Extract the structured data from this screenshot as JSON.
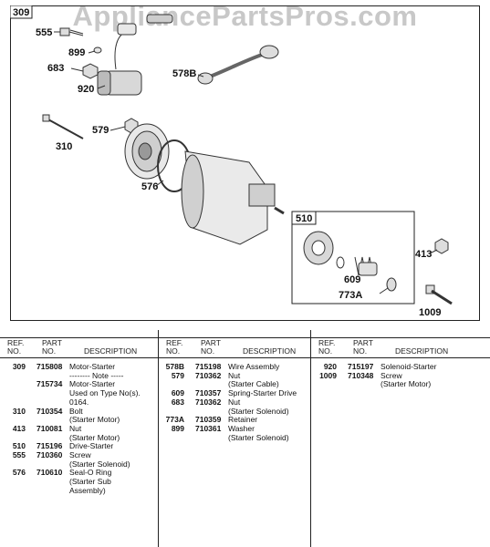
{
  "watermark": "AppliancePartsPros.com",
  "diagram": {
    "assembly_label": "309",
    "sub_assembly_label": "510",
    "callouts": [
      "555",
      "899",
      "683",
      "920",
      "578B",
      "579",
      "310",
      "576",
      "510",
      "609",
      "773A",
      "413",
      "1009"
    ]
  },
  "table": {
    "headers": {
      "ref": "REF.\nNO.",
      "part": "PART\nNO.",
      "description": "DESCRIPTION"
    },
    "columns": [
      [
        {
          "ref": "309",
          "part": "715808",
          "desc": "Motor-Starter"
        },
        {
          "ref": "",
          "part": "",
          "desc": "-------- Note -----"
        },
        {
          "ref": "",
          "part": "715734",
          "desc": "Motor-Starter"
        },
        {
          "ref": "",
          "part": "",
          "desc": "Used on Type No(s)."
        },
        {
          "ref": "",
          "part": "",
          "desc": "0164."
        },
        {
          "ref": "310",
          "part": "710354",
          "desc": "Bolt"
        },
        {
          "ref": "",
          "part": "",
          "desc": "(Starter Motor)"
        },
        {
          "ref": "413",
          "part": "710081",
          "desc": "Nut"
        },
        {
          "ref": "",
          "part": "",
          "desc": "(Starter Motor)"
        },
        {
          "ref": "510",
          "part": "715196",
          "desc": "Drive-Starter"
        },
        {
          "ref": "555",
          "part": "710360",
          "desc": "Screw"
        },
        {
          "ref": "",
          "part": "",
          "desc": "(Starter Solenoid)"
        },
        {
          "ref": "576",
          "part": "710610",
          "desc": "Seal-O Ring"
        },
        {
          "ref": "",
          "part": "",
          "desc": "(Starter Sub"
        },
        {
          "ref": "",
          "part": "",
          "desc": "Assembly)"
        }
      ],
      [
        {
          "ref": "578B",
          "part": "715198",
          "desc": "Wire Assembly"
        },
        {
          "ref": "579",
          "part": "710362",
          "desc": "Nut"
        },
        {
          "ref": "",
          "part": "",
          "desc": "(Starter Cable)"
        },
        {
          "ref": "609",
          "part": "710357",
          "desc": "Spring-Starter Drive"
        },
        {
          "ref": "683",
          "part": "710362",
          "desc": "Nut"
        },
        {
          "ref": "",
          "part": "",
          "desc": "(Starter Solenoid)"
        },
        {
          "ref": "773A",
          "part": "710359",
          "desc": "Retainer"
        },
        {
          "ref": "899",
          "part": "710361",
          "desc": "Washer"
        },
        {
          "ref": "",
          "part": "",
          "desc": "(Starter Solenoid)"
        }
      ],
      [
        {
          "ref": "920",
          "part": "715197",
          "desc": "Solenoid-Starter"
        },
        {
          "ref": "1009",
          "part": "710348",
          "desc": "Screw"
        },
        {
          "ref": "",
          "part": "",
          "desc": "(Starter Motor)"
        }
      ]
    ]
  }
}
